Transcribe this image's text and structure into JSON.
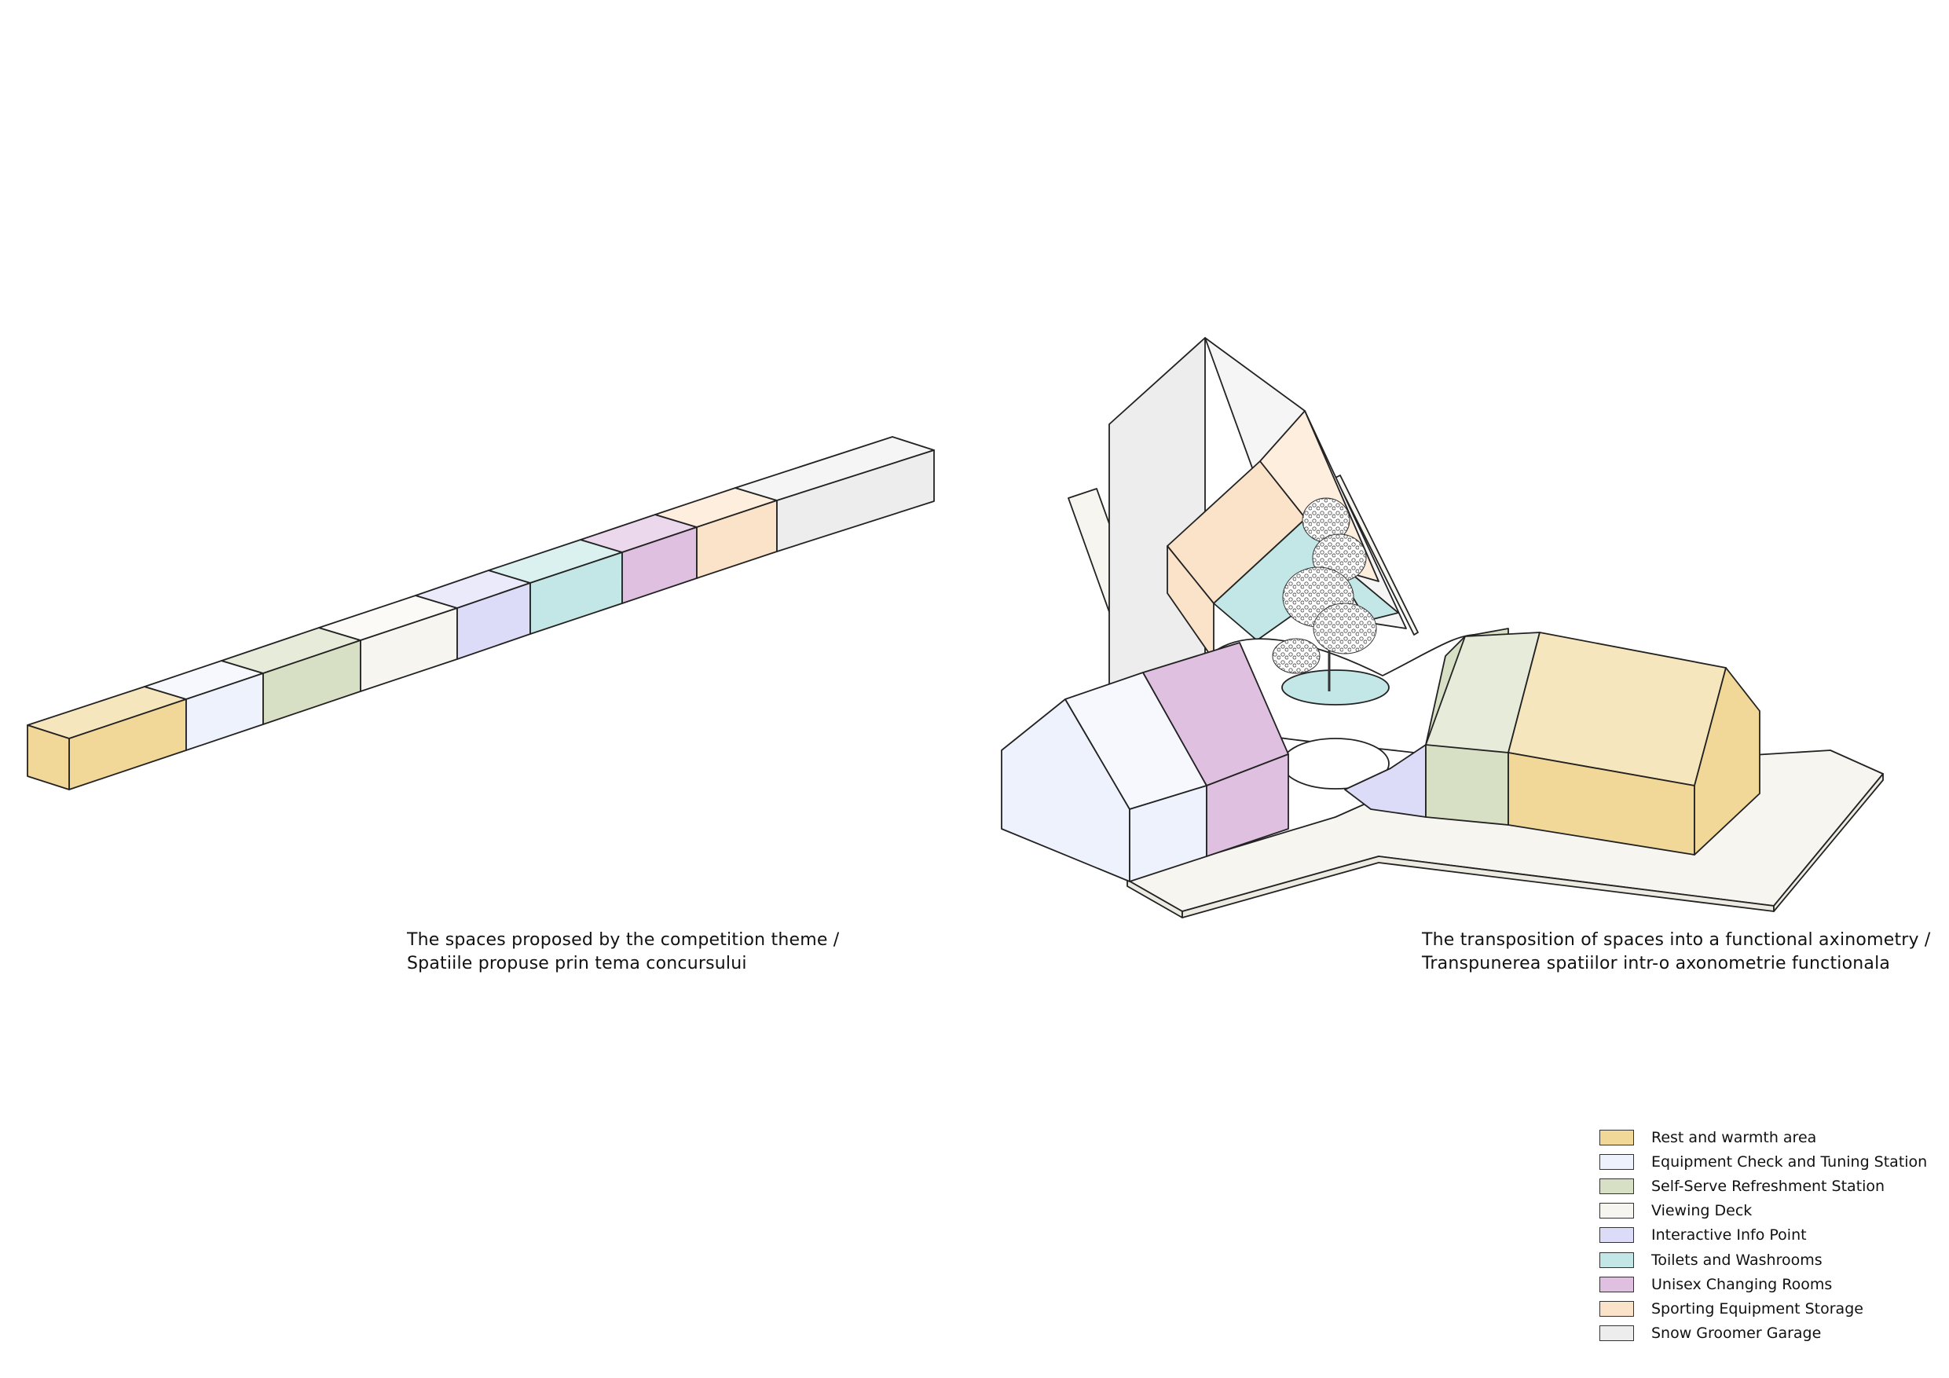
{
  "captions": {
    "left": {
      "line1": "The spaces proposed by the competition theme /",
      "line2": "Spatiile propuse prin tema concursului"
    },
    "right": {
      "line1": "The transposition of spaces into a functional axinometry /",
      "line2": "Transpunerea spatiilor intr-o axonometrie functionala"
    }
  },
  "legend": [
    {
      "label": "Rest and warmth area",
      "color": "#F1D898"
    },
    {
      "label": "Equipment Check and Tuning Station",
      "color": "#EDF2FD"
    },
    {
      "label": "Self-Serve Refreshment Station",
      "color": "#D7DFC4"
    },
    {
      "label": "Viewing Deck",
      "color": "#F7F5F0"
    },
    {
      "label": "Interactive Info Point",
      "color": "#DCDCF8"
    },
    {
      "label": "Toilets and Washrooms",
      "color": "#C2E7E6"
    },
    {
      "label": "Unisex Changing Rooms",
      "color": "#E0C0E0"
    },
    {
      "label": "Sporting Equipment Storage",
      "color": "#FBE3CA"
    },
    {
      "label": "Snow Groomer Garage",
      "color": "#EDEDED"
    }
  ]
}
